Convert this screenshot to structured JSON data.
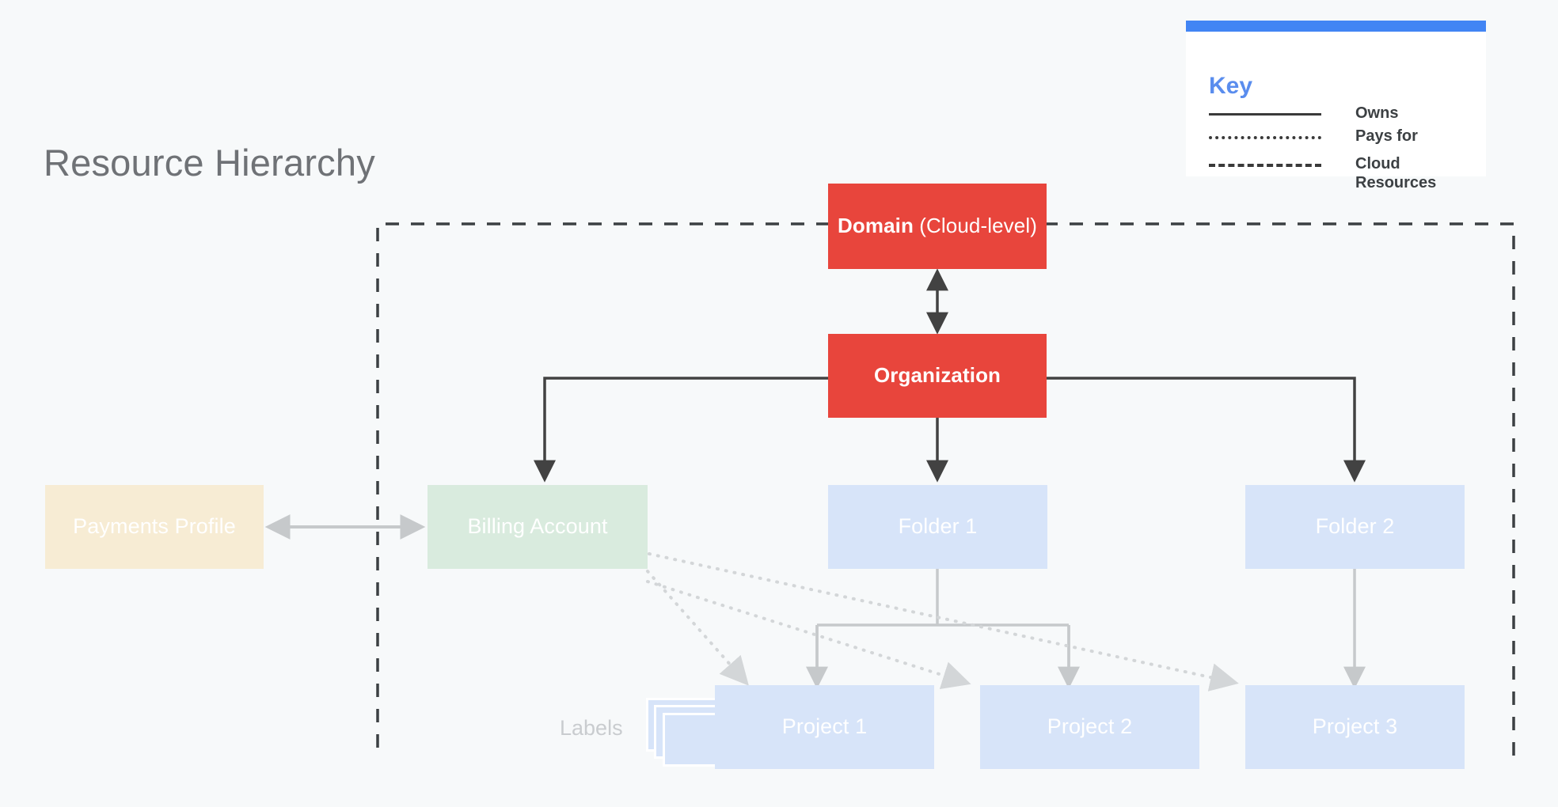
{
  "page": {
    "title": "Resource Hierarchy",
    "background_color": "#F7F9FA"
  },
  "key": {
    "title": "Key",
    "accent_color": "#4285F4",
    "title_color": "#5A8DEE",
    "entries": [
      {
        "style": "solid",
        "label": "Owns"
      },
      {
        "style": "dotted",
        "label": "Pays for"
      },
      {
        "style": "dashed",
        "label": "Cloud\nResources"
      }
    ],
    "entry_labels": [
      "Owns",
      "Pays for",
      "Cloud Resources"
    ],
    "cloud_resources_line1": "Cloud",
    "cloud_resources_line2": "Resources"
  },
  "diagram": {
    "type": "hierarchy",
    "nodes": [
      {
        "id": "domain",
        "label_bold": "Domain",
        "label_rest": " (Cloud-level)",
        "color": "#E8453C",
        "text_color": "#FFFFFF"
      },
      {
        "id": "organization",
        "label": "Organization",
        "color": "#E8453C",
        "text_color": "#FFFFFF"
      },
      {
        "id": "payments-profile",
        "label": "Payments Profile",
        "color": "#F7ECD4",
        "text_color": "#FFFFFF"
      },
      {
        "id": "billing-account",
        "label": "Billing Account",
        "color": "#D9EBDE",
        "text_color": "#FFFFFF"
      },
      {
        "id": "folder-1",
        "label": "Folder 1",
        "color": "#D7E4F9",
        "text_color": "#FFFFFF"
      },
      {
        "id": "folder-2",
        "label": "Folder 2",
        "color": "#D7E4F9",
        "text_color": "#FFFFFF"
      },
      {
        "id": "project-1",
        "label": "Project 1",
        "color": "#D7E4F9",
        "text_color": "#FFFFFF"
      },
      {
        "id": "project-2",
        "label": "Project 2",
        "color": "#D7E4F9",
        "text_color": "#FFFFFF"
      },
      {
        "id": "project-3",
        "label": "Project 3",
        "color": "#D7E4F9",
        "text_color": "#FFFFFF"
      }
    ],
    "labels_caption": "Labels",
    "edges": [
      {
        "from": "domain",
        "to": "organization",
        "style": "solid",
        "kind": "owns",
        "bidirectional": true
      },
      {
        "from": "organization",
        "to": "billing-account",
        "style": "solid",
        "kind": "owns"
      },
      {
        "from": "organization",
        "to": "folder-1",
        "style": "solid",
        "kind": "owns"
      },
      {
        "from": "organization",
        "to": "folder-2",
        "style": "solid",
        "kind": "owns"
      },
      {
        "from": "payments-profile",
        "to": "billing-account",
        "style": "solid",
        "kind": "owns",
        "bidirectional": true
      },
      {
        "from": "folder-1",
        "to": "project-1",
        "style": "solid",
        "kind": "owns"
      },
      {
        "from": "folder-1",
        "to": "project-2",
        "style": "solid",
        "kind": "owns"
      },
      {
        "from": "folder-2",
        "to": "project-3",
        "style": "solid",
        "kind": "owns"
      },
      {
        "from": "billing-account",
        "to": "project-1",
        "style": "dotted",
        "kind": "pays-for"
      },
      {
        "from": "billing-account",
        "to": "project-2",
        "style": "dotted",
        "kind": "pays-for"
      },
      {
        "from": "billing-account",
        "to": "project-3",
        "style": "dotted",
        "kind": "pays-for"
      }
    ],
    "cloud_resources_boundary": {
      "style": "dashed",
      "color": "#3C4043"
    }
  }
}
